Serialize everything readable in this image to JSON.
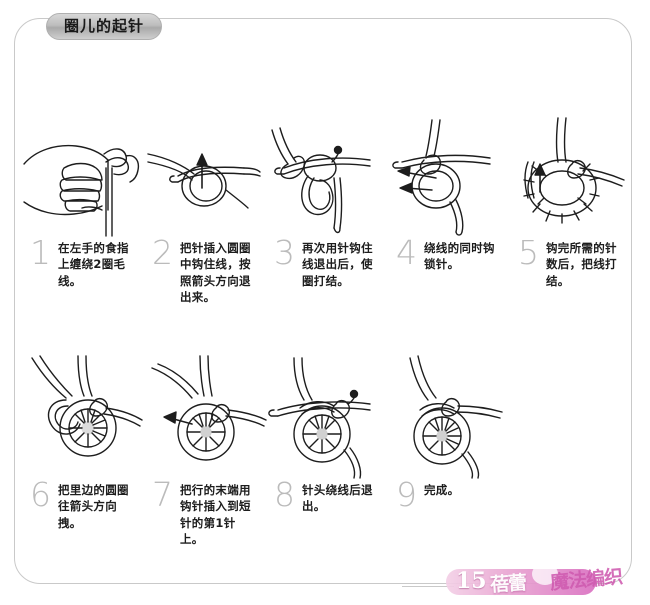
{
  "page": {
    "title": "圈儿的起针",
    "page_number": "15"
  },
  "watermark": {
    "pink_text": "蓓蕾",
    "brand_text": "魔法编织"
  },
  "steps": [
    {
      "number": "1",
      "text": "在左手的食指上缠绕2圈毛线。",
      "figure": "hand-wrapping-yarn"
    },
    {
      "number": "2",
      "text": "把针插入圆圈中钩住线，按照箭头方向退出来。",
      "figure": "hook-into-loop"
    },
    {
      "number": "3",
      "text": "再次用针钩住线退出后，使圈打结。",
      "figure": "pull-through-knot"
    },
    {
      "number": "4",
      "text": "绕线的同时钩锁针。",
      "figure": "chain-stitch-ring"
    },
    {
      "number": "5",
      "text": "钩完所需的针数后，把线打结。",
      "figure": "ring-of-stitches"
    },
    {
      "number": "6",
      "text": "把里边的圆圈往箭头方向拽。",
      "figure": "tighten-inner-ring"
    },
    {
      "number": "7",
      "text": "把行的末端用钩针插入到短针的第1针上。",
      "figure": "hook-into-first-stitch"
    },
    {
      "number": "8",
      "text": "针头绕线后退出。",
      "figure": "yarn-over-pull-out"
    },
    {
      "number": "9",
      "text": "完成。",
      "figure": "finished-ring"
    }
  ]
}
